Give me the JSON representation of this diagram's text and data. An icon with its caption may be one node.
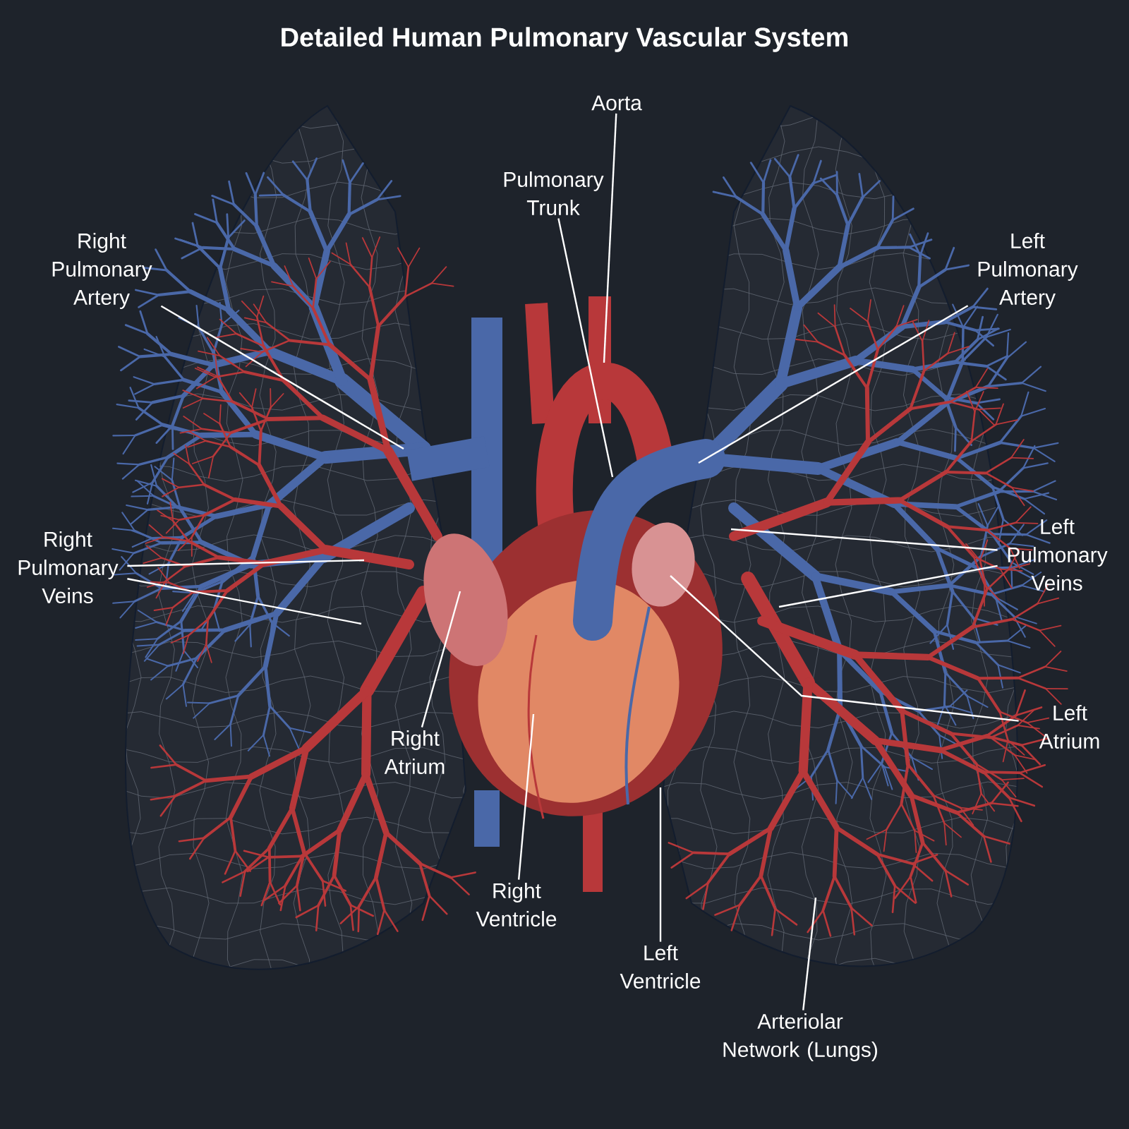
{
  "diagram": {
    "title": "Detailed Human Pulmonary Vascular System",
    "nodes": [
      {
        "text": [
          "Aorta"
        ]
      },
      {
        "text": [
          "Pulmonary Trunk"
        ]
      },
      {
        "text": [
          "Right Pulmonary Artery"
        ]
      },
      {
        "text": [
          "Left Pulmonary Artery"
        ]
      },
      {
        "text": [
          "Right Pulmonary Veins"
        ]
      },
      {
        "text": [
          "Left Pulmonary Veins"
        ]
      },
      {
        "text": [
          "Left Atrium"
        ]
      },
      {
        "text": [
          "Right Atrium"
        ]
      },
      {
        "text": [
          "Right Ventricle"
        ]
      },
      {
        "text": [
          "Left Ventricle"
        ]
      },
      {
        "text": [
          "Arteriolar Network (Lungs)"
        ]
      }
    ],
    "edges": [
      {
        "from": 0,
        "to": null,
        "arrow": "none"
      },
      {
        "from": 1,
        "to": null,
        "arrow": "none"
      },
      {
        "from": 2,
        "to": null,
        "arrow": "none"
      },
      {
        "from": 3,
        "to": null,
        "arrow": "none"
      },
      {
        "from": 4,
        "to": null,
        "arrow": "none"
      },
      {
        "from": 4,
        "to": null,
        "arrow": "none"
      },
      {
        "from": 5,
        "to": null,
        "arrow": "none"
      },
      {
        "from": 5,
        "to": null,
        "arrow": "none"
      },
      {
        "from": 6,
        "to": null,
        "arrow": "none"
      },
      {
        "from": 7,
        "to": null,
        "arrow": "none"
      },
      {
        "from": 8,
        "to": null,
        "arrow": "none"
      },
      {
        "from": 9,
        "to": null,
        "arrow": "none"
      },
      {
        "from": 10,
        "to": null,
        "arrow": "none"
      }
    ]
  }
}
